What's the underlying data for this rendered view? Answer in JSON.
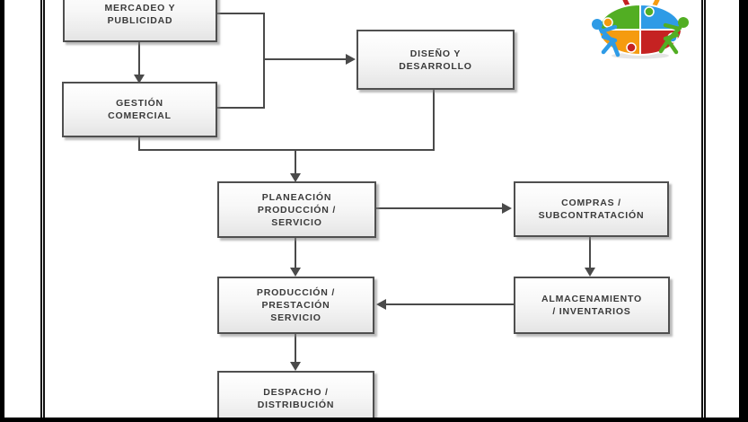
{
  "diagram": {
    "title": "process-flowchart",
    "nodes": [
      {
        "id": "mercadeo",
        "label": "MERCADEO Y PUBLICIDAD",
        "lines": [
          "MERCADEO Y",
          "PUBLICIDAD"
        ]
      },
      {
        "id": "gestion",
        "label": "GESTIÓN COMERCIAL",
        "lines": [
          "GESTIÓN",
          "COMERCIAL"
        ]
      },
      {
        "id": "diseno",
        "label": "DISEÑO Y DESARROLLO",
        "lines": [
          "DISEÑO Y",
          "DESARROLLO"
        ]
      },
      {
        "id": "planeacion",
        "label": "PLANEACIÓN PRODUCCIÓN / SERVICIO",
        "lines": [
          "PLANEACIÓN",
          "PRODUCCIÓN /",
          "SERVICIO"
        ]
      },
      {
        "id": "compras",
        "label": "COMPRAS / SUBCONTRATACIÓN",
        "lines": [
          "COMPRAS /",
          "SUBCONTRATACIÓN"
        ]
      },
      {
        "id": "almacenamiento",
        "label": "ALMACENAMIENTO / INVENTARIOS",
        "lines": [
          "ALMACENAMIENTO",
          "/ INVENTARIOS"
        ]
      },
      {
        "id": "produccion",
        "label": "PRODUCCIÓN / PRESTACIÓN SERVICIO",
        "lines": [
          "PRODUCCIÓN /",
          "PRESTACIÓN",
          "SERVICIO"
        ]
      },
      {
        "id": "despacho",
        "label": "DESPACHO / DISTRIBUCIÓN",
        "lines": [
          "DESPACHO /",
          "DISTRIBUCIÓN"
        ]
      }
    ],
    "edges": [
      {
        "from": "mercadeo",
        "to": "gestion"
      },
      {
        "from": "mercadeo / gestion",
        "to": "diseno"
      },
      {
        "from": "gestion / diseno",
        "to": "planeacion"
      },
      {
        "from": "planeacion",
        "to": "compras"
      },
      {
        "from": "compras",
        "to": "almacenamiento"
      },
      {
        "from": "almacenamiento",
        "to": "produccion"
      },
      {
        "from": "planeacion",
        "to": "produccion"
      },
      {
        "from": "produccion",
        "to": "despacho"
      }
    ]
  },
  "colors": {
    "node_border": "#4f4f4f",
    "node_text": "#3a3a3a",
    "connector": "#4a4a4a",
    "page_background": "#ffffff",
    "frame": "#000000"
  },
  "logo": {
    "name": "teamwork-puzzle-logo",
    "colors": {
      "green": "#52AE23",
      "blue": "#2E9BE6",
      "red": "#C52222",
      "orange": "#F59B0F"
    }
  }
}
